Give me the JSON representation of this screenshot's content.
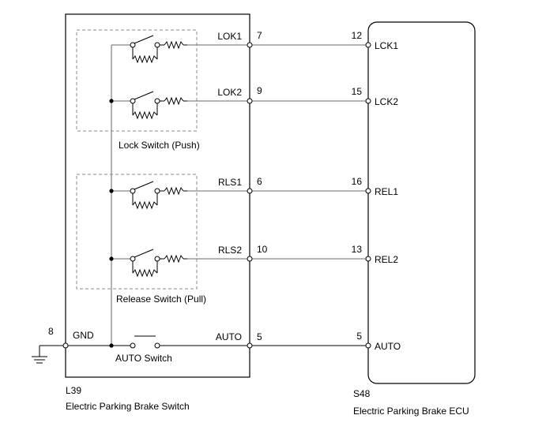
{
  "switch_unit": {
    "connector": "L39",
    "name": "Electric Parking Brake Switch",
    "lock_group_label": "Lock Switch (Push)",
    "release_group_label": "Release Switch (Pull)",
    "auto_switch_label": "AUTO Switch"
  },
  "ecu": {
    "connector": "S48",
    "name": "Electric Parking Brake ECU"
  },
  "ground": {
    "pin": "8",
    "label": "GND"
  },
  "lines": [
    {
      "switch_terminal": "LOK1",
      "switch_pin": "7",
      "ecu_pin": "12",
      "ecu_terminal": "LCK1"
    },
    {
      "switch_terminal": "LOK2",
      "switch_pin": "9",
      "ecu_pin": "15",
      "ecu_terminal": "LCK2"
    },
    {
      "switch_terminal": "RLS1",
      "switch_pin": "6",
      "ecu_pin": "16",
      "ecu_terminal": "REL1"
    },
    {
      "switch_terminal": "RLS2",
      "switch_pin": "10",
      "ecu_pin": "13",
      "ecu_terminal": "REL2"
    },
    {
      "switch_terminal": "AUTO",
      "switch_pin": "5",
      "ecu_pin": "5",
      "ecu_terminal": "AUTO"
    }
  ]
}
